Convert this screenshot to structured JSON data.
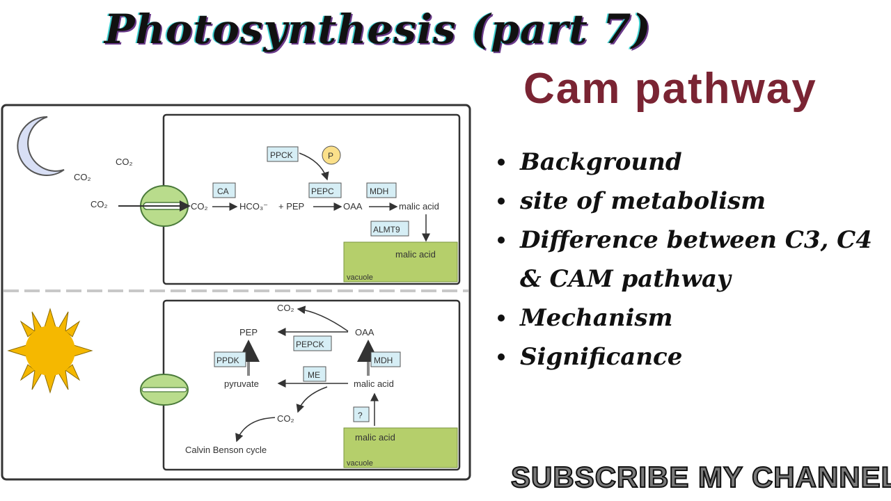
{
  "title": "Photosynthesis (part 7)",
  "subtitle": "Cam pathway",
  "topics": [
    "Background",
    "site of metabolism",
    "Difference between C3, C4",
    "& CAM pathway",
    "Mechanism",
    "Significance"
  ],
  "subscribe": "SUBSCRIBE MY CHANNEL",
  "diagram": {
    "night": {
      "co2_a": "CO₂",
      "co2_b": "CO₂",
      "co2_in": "CO₂",
      "co2_cell": "CO₂",
      "hco3": "HCO₃⁻",
      "plus_pep": "+ PEP",
      "oaa": "OAA",
      "malic_acid": "malic acid",
      "vacuole_malic": "malic acid",
      "vacuole_label": "vacuole",
      "enzymes": {
        "ppck": "PPCK",
        "ca": "CA",
        "pepc": "PEPC",
        "mdh": "MDH",
        "almt9": "ALMT9"
      },
      "phosphate": "P"
    },
    "day": {
      "co2_top": "CO₂",
      "pep": "PEP",
      "oaa": "OAA",
      "pyruvate": "pyruvate",
      "malic_acid": "malic acid",
      "co2_mid": "CO₂",
      "calvin": "Calvin Benson cycle",
      "vacuole_malic": "malic acid",
      "vacuole_label": "vacuole",
      "enzymes": {
        "pepck": "PEPCK",
        "ppdk": "PPDK",
        "me": "ME",
        "mdh": "MDH",
        "unknown": "?"
      }
    }
  },
  "colors": {
    "title_shadow_cyan": "#3fd0d0",
    "subtitle": "#7a2433",
    "vacuole": "#b5cf6b",
    "enzyme_box": "#d6eef5",
    "sun": "#f5b800",
    "moon": "#d8dff5",
    "stomata": "#b9dc8c"
  },
  "icons": [
    "moon-icon",
    "sun-icon",
    "stomata-icon"
  ]
}
